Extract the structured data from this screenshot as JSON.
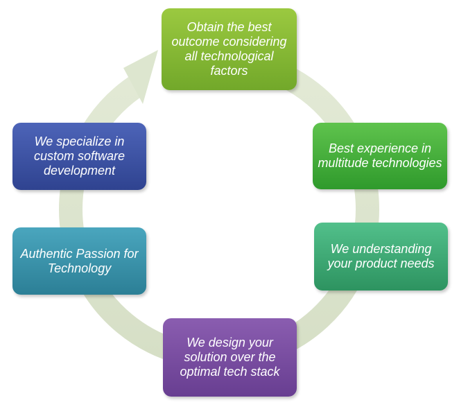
{
  "cycle": {
    "colors": {
      "ring": "#dde6cf",
      "top": "#84b834",
      "right_upper": "#41ad3a",
      "right_lower": "#3aa874",
      "bottom": "#7a4fa2",
      "left_lower": "#3a92aa",
      "left_upper": "#3e54a6"
    },
    "steps": [
      {
        "text": "Obtain the best outcome considering all technological factors"
      },
      {
        "text": "Best experience in multitude technologies"
      },
      {
        "text": "We understanding your product needs"
      },
      {
        "text": "We design your solution over the optimal tech stack"
      },
      {
        "text": "Authentic Passion for Technology"
      },
      {
        "text": "We specialize in custom software development"
      }
    ]
  }
}
